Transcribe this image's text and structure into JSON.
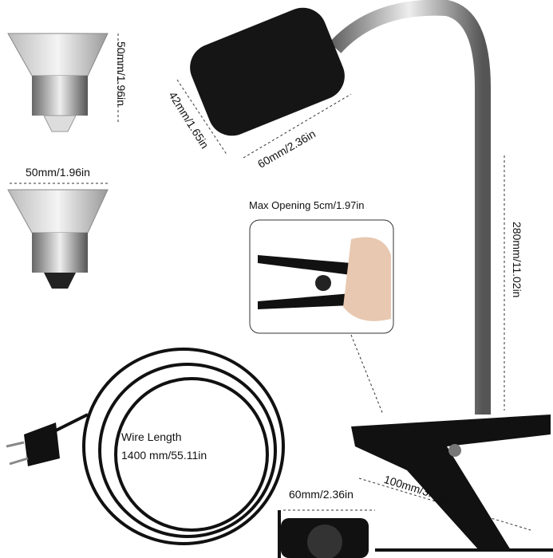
{
  "labels": {
    "bulb_height": "50mm/1.96in",
    "bulb_width": "50mm/1.96in",
    "socket_diameter": "42mm/1.65in",
    "socket_length": "60mm/2.36in",
    "max_opening": "Max Opening 5cm/1.97in",
    "gooseneck_length": "280mm/11.02in",
    "wire_length_title": "Wire Length",
    "wire_length_value": "1400 mm/55.11in",
    "clip_length": "100mm/3.93in",
    "switch_width": "60mm/2.36in"
  },
  "colors": {
    "product_black": "#111111",
    "chrome": "#b8b8b8",
    "background": "#ffffff"
  }
}
